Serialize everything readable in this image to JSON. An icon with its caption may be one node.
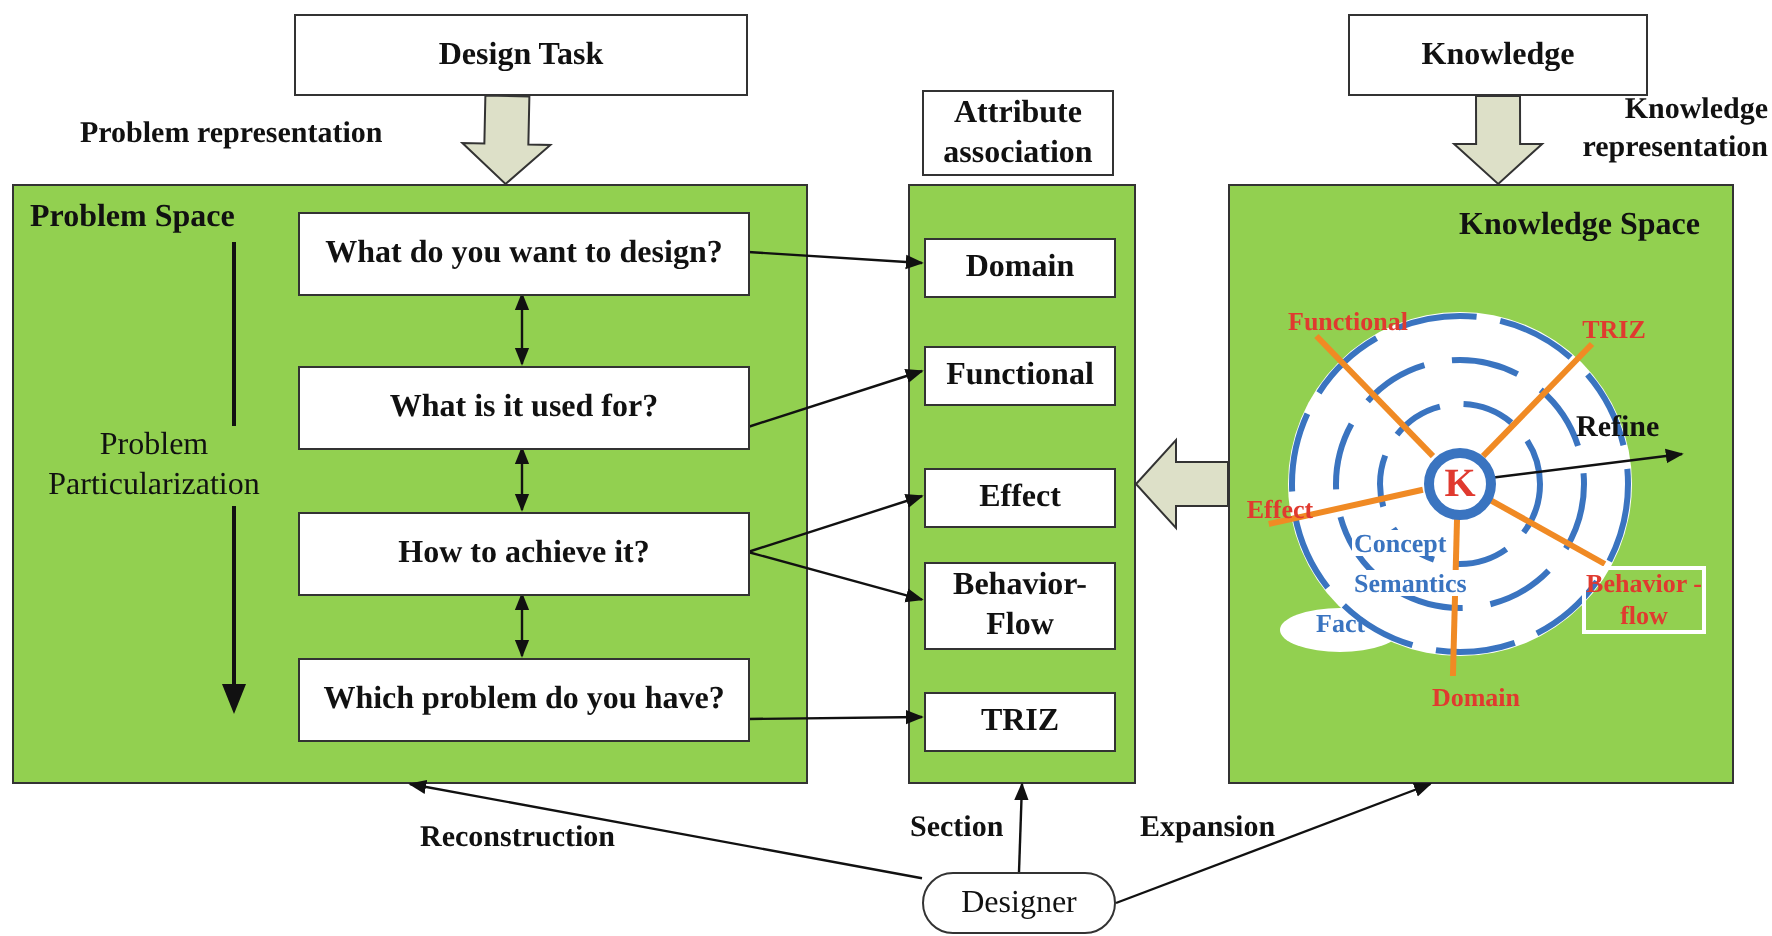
{
  "diagram": {
    "nodes": [
      {
        "text": [
          "Design Task"
        ]
      },
      {
        "text": [
          "Problem Space"
        ]
      },
      {
        "text": [
          "What do you want to design?"
        ],
        "in": 1
      },
      {
        "text": [
          "What is it used for?"
        ],
        "in": 1
      },
      {
        "text": [
          "How to achieve it?"
        ],
        "in": 1
      },
      {
        "text": [
          "Which problem do you have?"
        ],
        "in": 1
      },
      {
        "text": [
          "Attribute association"
        ]
      },
      {
        "text": [],
        "shape": "box"
      },
      {
        "text": [
          "Domain"
        ],
        "in": 7
      },
      {
        "text": [
          "Functional"
        ],
        "in": 7
      },
      {
        "text": [
          "Effect"
        ],
        "in": 7
      },
      {
        "text": [
          "Behavior- Flow"
        ],
        "in": 7
      },
      {
        "text": [
          "TRIZ"
        ],
        "in": 7
      },
      {
        "text": [
          "Knowledge"
        ]
      },
      {
        "text": [
          "Knowledge Space"
        ]
      },
      {
        "text": [
          "K"
        ],
        "in": 14
      },
      {
        "text": [
          "Functional"
        ],
        "in": 14
      },
      {
        "text": [
          "TRIZ"
        ],
        "in": 14
      },
      {
        "text": [
          "Effect"
        ],
        "in": 14
      },
      {
        "text": [
          "Behavior -flow"
        ],
        "in": 14
      },
      {
        "text": [
          "Domain"
        ],
        "in": 14
      },
      {
        "text": [
          "Designer"
        ]
      }
    ],
    "edges": [
      {
        "from": 0,
        "to": 1,
        "arrow": "to",
        "label": "Problem representation",
        "style": "thick",
        "color": "#dde0c8"
      },
      {
        "from": 13,
        "to": 14,
        "arrow": "to",
        "label": "Knowledge representation",
        "style": "thick",
        "color": "#dde0c8"
      },
      {
        "from": 14,
        "to": 7,
        "arrow": "to",
        "style": "thick",
        "color": "#dde0c8"
      },
      {
        "from": 2,
        "to": 3,
        "arrow": "both"
      },
      {
        "from": 3,
        "to": 4,
        "arrow": "both"
      },
      {
        "from": 4,
        "to": 5,
        "arrow": "both"
      },
      {
        "from": 2,
        "to": 8,
        "arrow": "to"
      },
      {
        "from": 3,
        "to": 9,
        "arrow": "to"
      },
      {
        "from": 4,
        "to": 10,
        "arrow": "to"
      },
      {
        "from": 4,
        "to": 11,
        "arrow": "to"
      },
      {
        "from": 5,
        "to": 12,
        "arrow": "to"
      },
      {
        "from": 21,
        "to": 1,
        "arrow": "to",
        "label": "Reconstruction"
      },
      {
        "from": 21,
        "to": 7,
        "arrow": "to",
        "label": "Section"
      },
      {
        "from": 21,
        "to": 14,
        "arrow": "to",
        "label": "Expansion"
      },
      {
        "from": 15,
        "to": null,
        "arrow": "to",
        "label": "Refine"
      },
      {
        "from": 15,
        "to": 16,
        "arrow": "none",
        "style": "thick",
        "color": "#f08a24"
      },
      {
        "from": 15,
        "to": 17,
        "arrow": "none",
        "style": "thick",
        "color": "#f08a24"
      },
      {
        "from": 15,
        "to": 18,
        "arrow": "none",
        "style": "thick",
        "color": "#f08a24"
      },
      {
        "from": 15,
        "to": 19,
        "arrow": "none",
        "style": "thick",
        "color": "#f08a24"
      },
      {
        "from": 15,
        "to": 20,
        "arrow": "none",
        "style": "thick",
        "color": "#f08a24"
      }
    ],
    "labels": [
      "Problem Particularization",
      "Concept",
      "Semantics",
      "Fact"
    ]
  }
}
